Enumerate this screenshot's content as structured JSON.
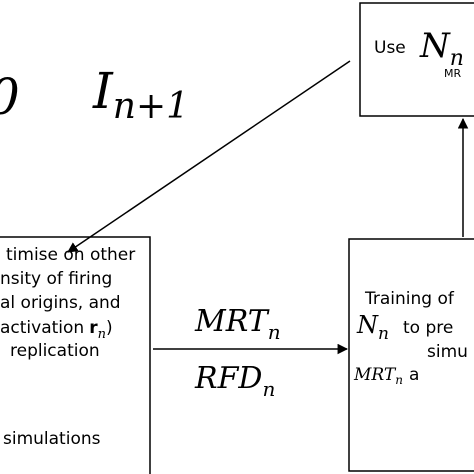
{
  "left_box": {
    "lines": [
      "timise on other",
      "nsity of firing",
      "al origins, and",
      "activation",
      "replication",
      "simulations"
    ],
    "activation_symbol": "r",
    "activation_subscript": "n",
    "activation_close": ")"
  },
  "top_box": {
    "use_label": "Use",
    "model_symbol": "N",
    "model_subscript": "n",
    "sub_label": "MR"
  },
  "right_box": {
    "line1": "Training of",
    "model_symbol": "N",
    "model_subscript": "n",
    "line2": "to pre",
    "line3": "simu",
    "mrt_symbol": "MRT",
    "mrt_subscript": "n",
    "line4_suffix": "a"
  },
  "arrow_labels": {
    "mrt_symbol": "MRT",
    "mrt_subscript": "n",
    "rfd_symbol": "RFD",
    "rfd_subscript": "n"
  },
  "iteration": {
    "symbol": "I",
    "subscript": "n+1",
    "edge_char": "0"
  }
}
